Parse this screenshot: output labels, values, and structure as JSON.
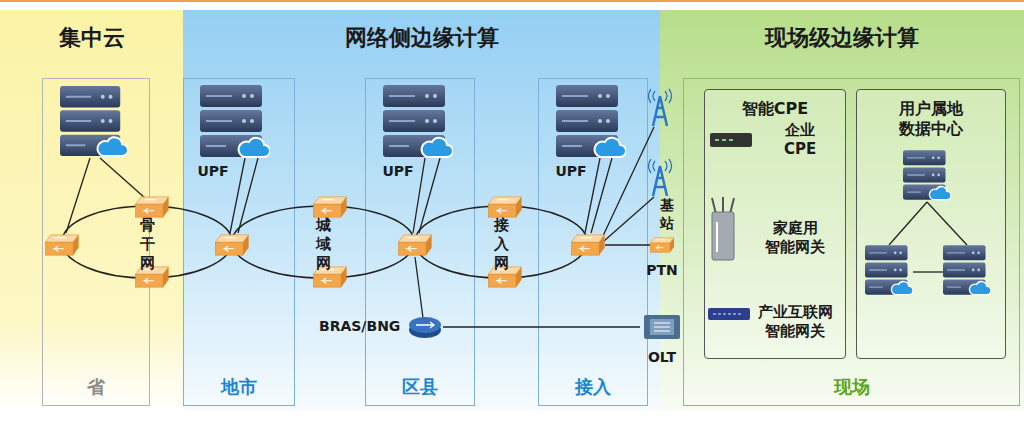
{
  "diagram": {
    "nodes": [
      {
        "text": [
          "集中云"
        ]
      },
      {
        "text": [
          "网络侧边缘计算"
        ]
      },
      {
        "text": [
          "现场级边缘计算"
        ]
      },
      {
        "text": [
          "省"
        ],
        "in": 0
      },
      {
        "text": [
          "地市"
        ],
        "in": 1
      },
      {
        "text": [
          "区县"
        ],
        "in": 1
      },
      {
        "text": [
          "接入"
        ],
        "in": 1
      },
      {
        "text": [
          "现场"
        ],
        "in": 2
      },
      {
        "text": [
          "智能CPE"
        ],
        "in": 7
      },
      {
        "text": [
          "用户属地 数据中心"
        ],
        "in": 7
      },
      {
        "text": [
          "BRAS/BNG"
        ]
      },
      {
        "text": [
          "OLT"
        ]
      }
    ],
    "edges": [
      {
        "from": 10,
        "to": 11,
        "arrow": "none"
      }
    ],
    "labels": [
      "UPF",
      "UPF",
      "UPF",
      "骨干网",
      "城域网",
      "接入网",
      "基站",
      "PTN",
      "企业CPE",
      "家庭用 智能网关",
      "产业互联网 智能网关"
    ]
  }
}
